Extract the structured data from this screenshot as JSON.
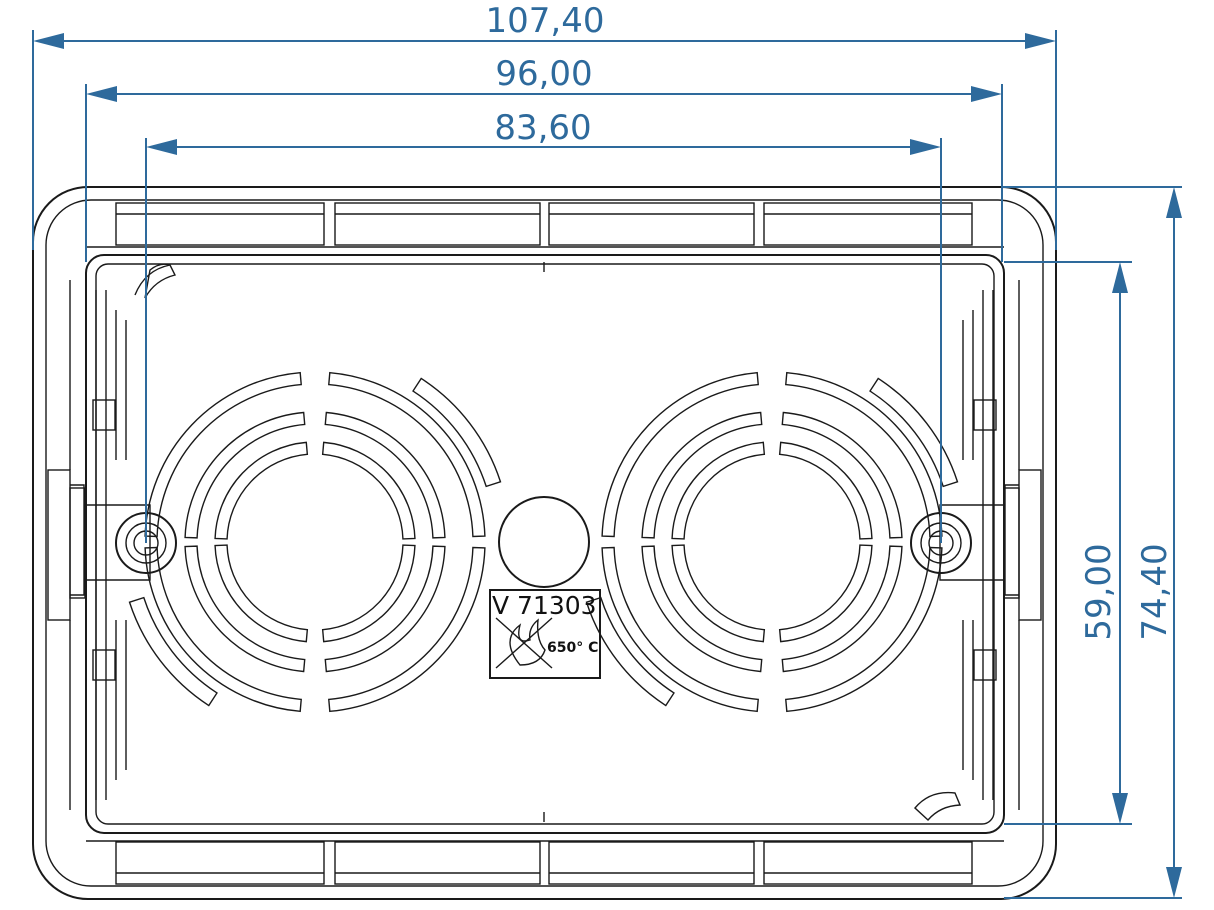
{
  "dimensions": {
    "overall_width": "107,40",
    "frame_width": "96,00",
    "screw_spacing": "83,60",
    "inner_height": "59,00",
    "overall_height": "74,40"
  },
  "label": {
    "code": "V 71303",
    "temperature": "650° C"
  },
  "colors": {
    "dimension": "#2e6a9c",
    "outline": "#1a1a1a"
  }
}
